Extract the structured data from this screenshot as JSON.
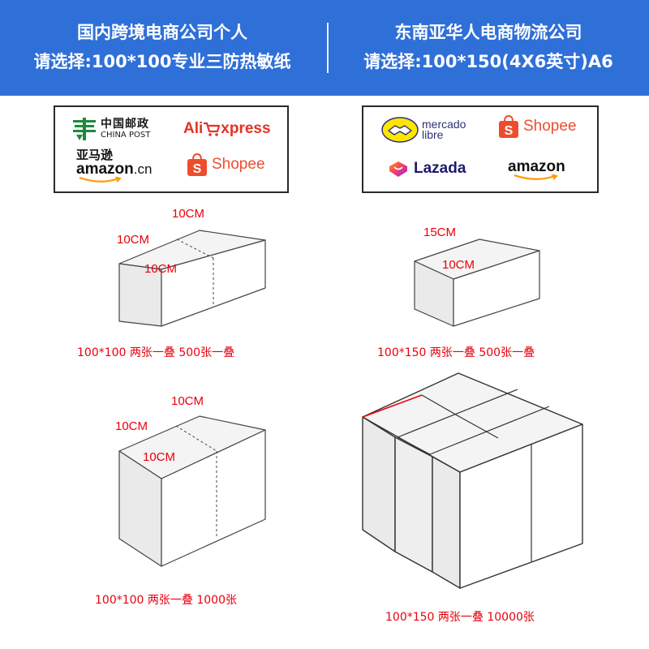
{
  "header": {
    "left": {
      "line1": "国内跨境电商公司个人",
      "line2": "请选择:100*100专业三防热敏纸"
    },
    "right": {
      "line1": "东南亚华人电商物流公司",
      "line2": "请选择:100*150(4X6英寸)A6"
    }
  },
  "logos_left": {
    "china_post_cn": "中国邮政",
    "china_post_en": "CHINA POST",
    "aliexpress_a": "Ali",
    "aliexpress_b": "xpress",
    "amazon_cn_top": "亚马逊",
    "amazon_cn_word": "amazon",
    "amazon_cn_suffix": ".cn",
    "shopee": "Shopee",
    "shopee_icon_letter": "S"
  },
  "logos_right": {
    "mercado_line1": "mercado",
    "mercado_line2": "libre",
    "shopee": "Shopee",
    "shopee_icon_letter": "S",
    "lazada": "Lazada",
    "amazon": "amazon"
  },
  "boxes": {
    "box1": {
      "top": "10CM",
      "left": "10CM",
      "front": "10CM",
      "caption": "100*100 两张一叠 500张一叠"
    },
    "box2": {
      "top": "15CM",
      "front": "10CM",
      "caption": "100*150 两张一叠 500张一叠"
    },
    "box3": {
      "top": "10CM",
      "left": "10CM",
      "front": "10CM",
      "caption": "100*100 两张一叠 1000张"
    },
    "box4": {
      "caption": "100*150 两张一叠 10000张"
    }
  },
  "colors": {
    "header_bg": "#2f6fd8",
    "label_red": "#e8000b",
    "aliexpress_red": "#e43225",
    "shopee_orange": "#ee4d2d",
    "china_post_green": "#1c8a3c",
    "mercado_yellow": "#ffe600",
    "lazada_pink": "#f23d6a",
    "amazon_orange": "#ff9900"
  }
}
